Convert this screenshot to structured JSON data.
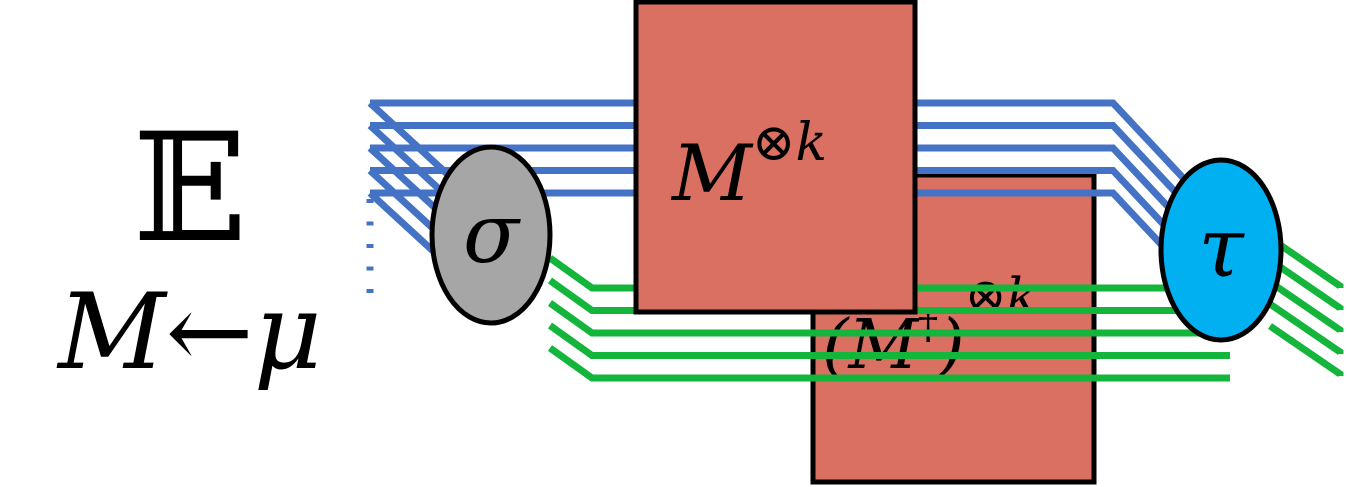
{
  "expectation": {
    "symbol": "𝔼",
    "subscript": "M←μ"
  },
  "blocks": {
    "top": {
      "base": "M",
      "superscript": "⊗k"
    },
    "bottom": {
      "base": "(M",
      "dagger": "†",
      "close": ")",
      "superscript": "⊗k"
    }
  },
  "states": {
    "left": "σ",
    "right": "τ"
  },
  "colors": {
    "blue_wire": "#4472c4",
    "green_wire": "#13b53a",
    "block_fill": "#d97062",
    "left_state_fill": "#a6a6a6",
    "right_state_fill": "#00b0f0",
    "outline": "#000000"
  }
}
